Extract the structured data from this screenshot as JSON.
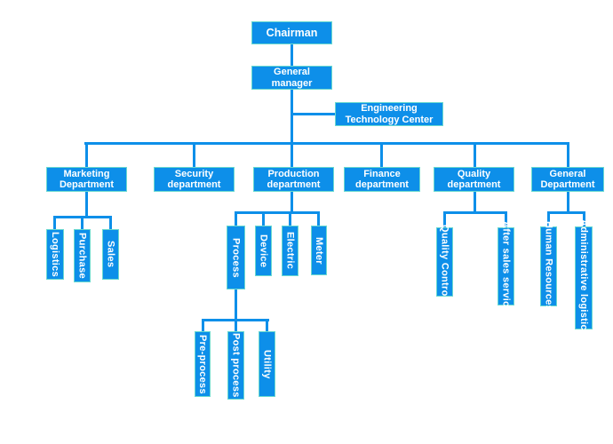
{
  "chart": {
    "type": "org-chart",
    "colors": {
      "node_fill": "#0d8fe9",
      "node_border": "#6ad9cf",
      "node_text": "#ffffff",
      "connector": "#0d8fe9",
      "background": "#ffffff"
    },
    "nodes": {
      "chairman": {
        "label": "Chairman"
      },
      "general_manager": {
        "label": "General manager"
      },
      "engineering_technology_center": {
        "label": "Engineering Technology Center"
      },
      "marketing": {
        "label": "Marketing Department"
      },
      "security": {
        "label": "Security department"
      },
      "production": {
        "label": "Production department"
      },
      "finance": {
        "label": "Finance department"
      },
      "quality": {
        "label": "Quality department"
      },
      "general": {
        "label": "General Department"
      },
      "logistics": {
        "label": "Logistics"
      },
      "purchase": {
        "label": "Purchase"
      },
      "sales": {
        "label": "Sales"
      },
      "process": {
        "label": "Process"
      },
      "device": {
        "label": "Device"
      },
      "electric": {
        "label": "Electric"
      },
      "meter": {
        "label": "Meter"
      },
      "pre_process": {
        "label": "Pre-process"
      },
      "post_process": {
        "label": "Post process"
      },
      "utility": {
        "label": "Utility"
      },
      "quality_control": {
        "label": "Quality Control"
      },
      "after_sales_service": {
        "label": "After sales service"
      },
      "human_resources": {
        "label": "Human Resources"
      },
      "administrative_logistics": {
        "label": "Administrative logistics"
      }
    },
    "hierarchy": {
      "chairman": [
        "general_manager"
      ],
      "general_manager": [
        "engineering_technology_center",
        "marketing",
        "security",
        "production",
        "finance",
        "quality",
        "general"
      ],
      "marketing": [
        "logistics",
        "purchase",
        "sales"
      ],
      "production": [
        "process",
        "device",
        "electric",
        "meter"
      ],
      "process": [
        "pre_process",
        "post_process",
        "utility"
      ],
      "quality": [
        "quality_control",
        "after_sales_service"
      ],
      "general": [
        "human_resources",
        "administrative_logistics"
      ]
    }
  }
}
